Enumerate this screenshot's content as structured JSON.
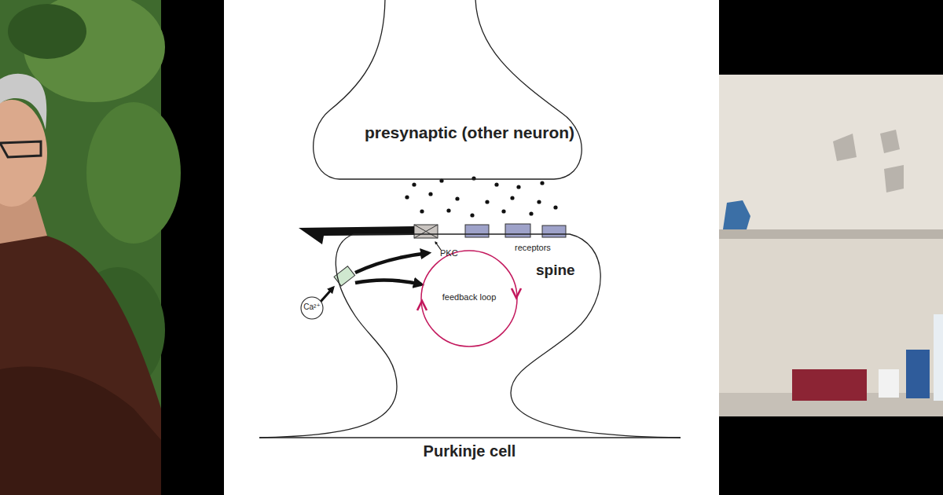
{
  "diagram": {
    "nodes": [
      {
        "text": [
          "presynaptic (other neuron)"
        ]
      },
      {
        "text": [
          "spine"
        ]
      },
      {
        "text": [
          "feedback loop"
        ],
        "in": 1
      },
      {
        "text": [
          "Ca²⁺"
        ]
      }
    ],
    "labels": [
      "PKC",
      "receptors",
      "Purkinje cell"
    ]
  }
}
